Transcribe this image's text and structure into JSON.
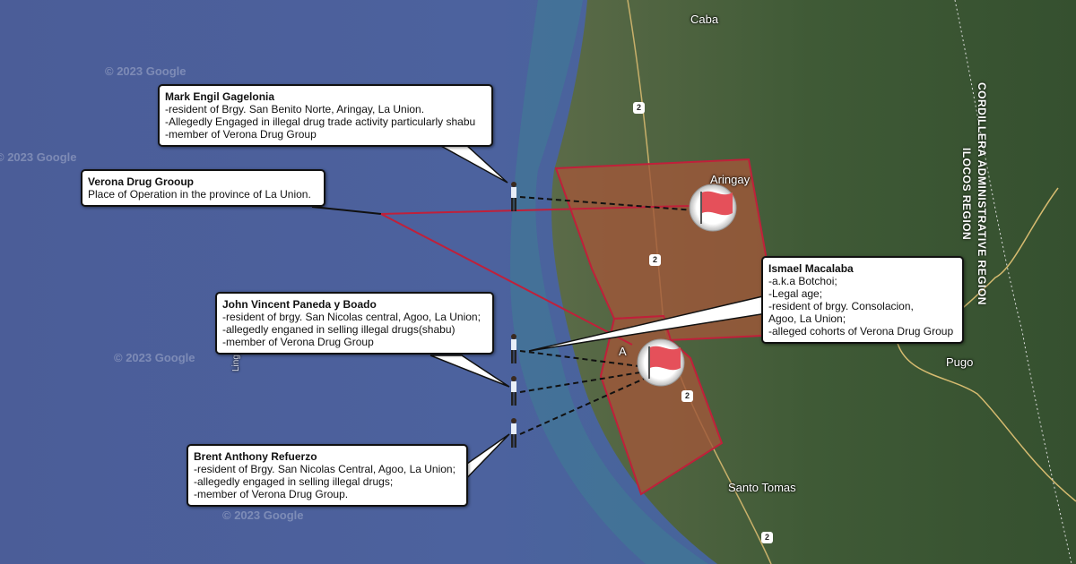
{
  "places": {
    "caba": "Caba",
    "aringay": "Aringay",
    "pugo": "Pugo",
    "santo_tomas": "Santo Tomas",
    "ling": "Ling",
    "agoo_partial": "A"
  },
  "regions": {
    "ilocos": "ILOCOS REGION",
    "cordillera": "CORDILLERA ADMINISTRATIVE REGION"
  },
  "road_shield": "2",
  "watermark": "© 2023 Google",
  "callouts": {
    "group": {
      "title": "Verona Drug Grooup",
      "lines": [
        "Place of Operation in the province of La Union."
      ]
    },
    "mark": {
      "title": "Mark Engil Gagelonia",
      "lines": [
        "-resident of Brgy. San Benito Norte, Aringay, La Union.",
        "-Allegedly Engaged in illegal drug trade activity particularly shabu",
        "-member of Verona Drug Group"
      ]
    },
    "john": {
      "title": "John Vincent Paneda y Boado",
      "lines": [
        "-resident of brgy. San Nicolas central, Agoo, La Union;",
        "-allegedly enganed in selling illegal drugs(shabu)",
        "-member of Verona Drug Group"
      ]
    },
    "brent": {
      "title": "Brent Anthony Refuerzo",
      "lines": [
        "-resident of Brgy. San Nicolas Central, Agoo, La Union;",
        "-allegedly engaged in selling illegal drugs;",
        "-member of Verona Drug Group."
      ]
    },
    "ismael": {
      "title": "Ismael Macalaba",
      "lines": [
        "-a.k.a Botchoi;",
        "-Legal age;",
        "-resident of brgy. Consolacion,",
        "Agoo, La Union;",
        "-alleged cohorts of Verona Drug Group"
      ]
    }
  },
  "colors": {
    "ocean": "#4a5f9c",
    "land": "#3f5a3a",
    "area_fill": "#a0583a",
    "area_stroke": "#c0203a",
    "flag": "#e5505a"
  }
}
